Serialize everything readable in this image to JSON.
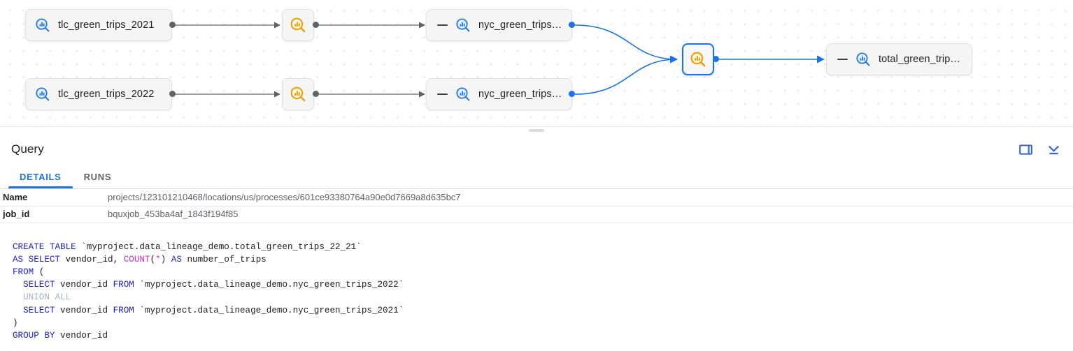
{
  "graph": {
    "nodes": [
      {
        "id": "tlc-2021",
        "type": "table",
        "label": "tlc_green_trips_2021",
        "icon": "table-search-icon"
      },
      {
        "id": "tlc-2022",
        "type": "table",
        "label": "tlc_green_trips_2022",
        "icon": "table-search-icon"
      },
      {
        "id": "process-top",
        "type": "process",
        "label": "",
        "icon": "process-search-icon"
      },
      {
        "id": "process-bottom",
        "type": "process",
        "label": "",
        "icon": "process-search-icon"
      },
      {
        "id": "nyc-top",
        "type": "table",
        "label": "nyc_green_trips…",
        "icon": "table-search-icon",
        "collapse": "—"
      },
      {
        "id": "nyc-bottom",
        "type": "table",
        "label": "nyc_green_trips…",
        "icon": "table-search-icon",
        "collapse": "—"
      },
      {
        "id": "process-merge",
        "type": "process",
        "label": "",
        "icon": "process-search-icon",
        "selected": true
      },
      {
        "id": "total-trips",
        "type": "table",
        "label": "total_green_trip…",
        "icon": "table-search-icon",
        "collapse": "—"
      }
    ],
    "colors": {
      "selected_border": "#1a73e8",
      "edge_selected": "#1a73e8",
      "edge_default": "#5f6368",
      "process_icon": "#f29900",
      "table_icon": "#1a73e8"
    }
  },
  "panel": {
    "title": "Query",
    "actions": [
      {
        "name": "split-pane-icon",
        "tooltip": "Split pane"
      },
      {
        "name": "collapse-panel-icon",
        "tooltip": "Collapse"
      }
    ],
    "tabs": [
      {
        "label": "DETAILS",
        "active": true
      },
      {
        "label": "RUNS",
        "active": false
      }
    ],
    "details": [
      {
        "key": "Name",
        "value": "projects/123101210468/locations/us/processes/601ce93380764a90e0d7669a8d635bc7"
      },
      {
        "key": "job_id",
        "value": "bquxjob_453ba4af_1843f194f85"
      }
    ]
  },
  "sql": {
    "lines": [
      [
        {
          "t": "CREATE TABLE ",
          "c": "kw"
        },
        {
          "t": "`myproject.data_lineage_demo.total_green_trips_22_21`",
          "c": "ident"
        }
      ],
      [
        {
          "t": "AS SELECT ",
          "c": "kw"
        },
        {
          "t": "vendor_id, ",
          "c": "ident"
        },
        {
          "t": "COUNT",
          "c": "fn"
        },
        {
          "t": "(",
          "c": "ident"
        },
        {
          "t": "*",
          "c": "op"
        },
        {
          "t": ") ",
          "c": "ident"
        },
        {
          "t": "AS ",
          "c": "kw"
        },
        {
          "t": "number_of_trips",
          "c": "ident"
        }
      ],
      [
        {
          "t": "FROM",
          "c": "kw"
        },
        {
          "t": " (",
          "c": "ident"
        }
      ],
      [
        {
          "t": "  ",
          "c": "ident"
        },
        {
          "t": "SELECT ",
          "c": "kw"
        },
        {
          "t": "vendor_id ",
          "c": "ident"
        },
        {
          "t": "FROM ",
          "c": "kw"
        },
        {
          "t": "`myproject.data_lineage_demo.nyc_green_trips_2022`",
          "c": "ident"
        }
      ],
      [
        {
          "t": "  ",
          "c": "ident"
        },
        {
          "t": "UNION ALL",
          "c": "kw-dim"
        }
      ],
      [
        {
          "t": "  ",
          "c": "ident"
        },
        {
          "t": "SELECT ",
          "c": "kw"
        },
        {
          "t": "vendor_id ",
          "c": "ident"
        },
        {
          "t": "FROM ",
          "c": "kw"
        },
        {
          "t": "`myproject.data_lineage_demo.nyc_green_trips_2021`",
          "c": "ident"
        }
      ],
      [
        {
          "t": ")",
          "c": "ident"
        }
      ],
      [
        {
          "t": "GROUP BY ",
          "c": "kw"
        },
        {
          "t": "vendor_id",
          "c": "ident"
        }
      ]
    ]
  }
}
